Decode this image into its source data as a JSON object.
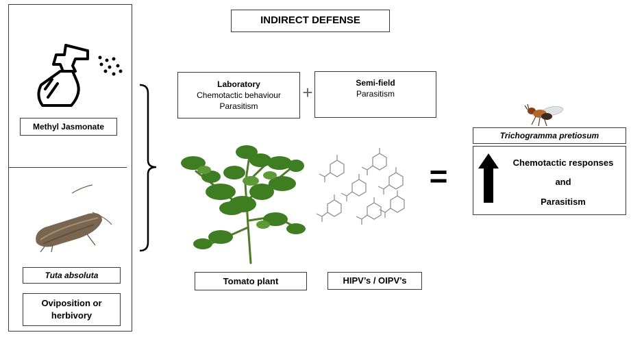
{
  "title": "INDIRECT DEFENSE",
  "left_panel": {
    "methyl_jasmonate": "Methyl Jasmonate",
    "tuta_absoluta": "Tuta absoluta",
    "oviposition": "Oviposition or herbivory"
  },
  "laboratory": {
    "heading": "Laboratory",
    "line1": "Chemotactic behaviour",
    "line2": "Parasitism"
  },
  "plus": "+",
  "semi_field": {
    "heading": "Semi-field",
    "line1": "Parasitism"
  },
  "tomato_plant": "Tomato plant",
  "volatiles": "HIPV’s / OIPV’s",
  "equals": "=",
  "trichogramma": "Trichogramma pretiosum",
  "result": {
    "line1": "Chemotactic responses",
    "line2": "and",
    "line3": "Parasitism"
  },
  "icons": [
    "spray-bottle-icon",
    "moth-icon",
    "tomato-plant-icon",
    "molecule-icon",
    "wasp-icon",
    "up-arrow-icon"
  ]
}
